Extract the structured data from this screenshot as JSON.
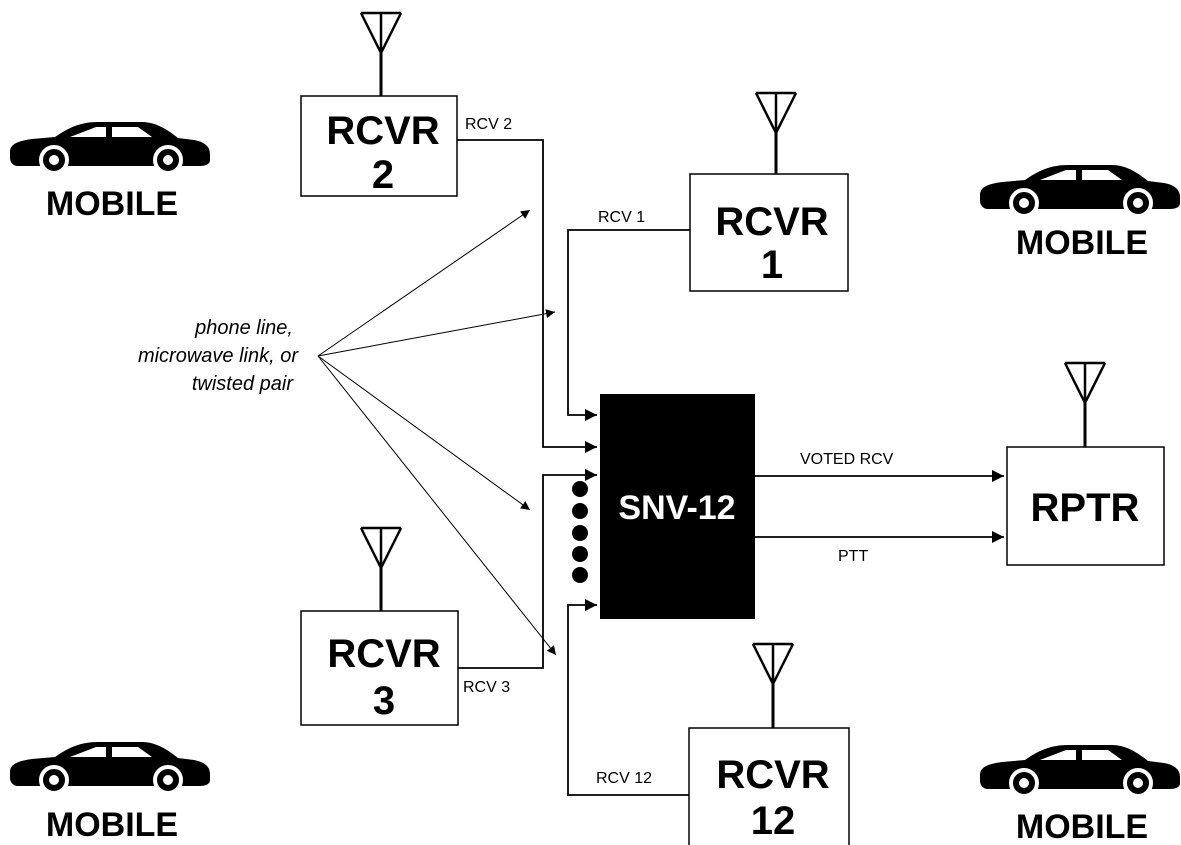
{
  "receivers": {
    "rcvr1": {
      "name": "RCVR",
      "number": "1",
      "signal": "RCV 1"
    },
    "rcvr2": {
      "name": "RCVR",
      "number": "2",
      "signal": "RCV 2"
    },
    "rcvr3": {
      "name": "RCVR",
      "number": "3",
      "signal": "RCV 3"
    },
    "rcvr12": {
      "name": "RCVR",
      "number": "12",
      "signal": "RCV 12"
    }
  },
  "voter": {
    "label": "SNV-12"
  },
  "repeater": {
    "label": "RPTR"
  },
  "outputs": {
    "voted": "VOTED RCV",
    "ptt": "PTT"
  },
  "mobile_label": "MOBILE",
  "link_note": [
    "phone line,",
    "microwave link, or",
    "twisted pair"
  ],
  "colors": {
    "ink": "#000000",
    "paper": "#ffffff"
  }
}
